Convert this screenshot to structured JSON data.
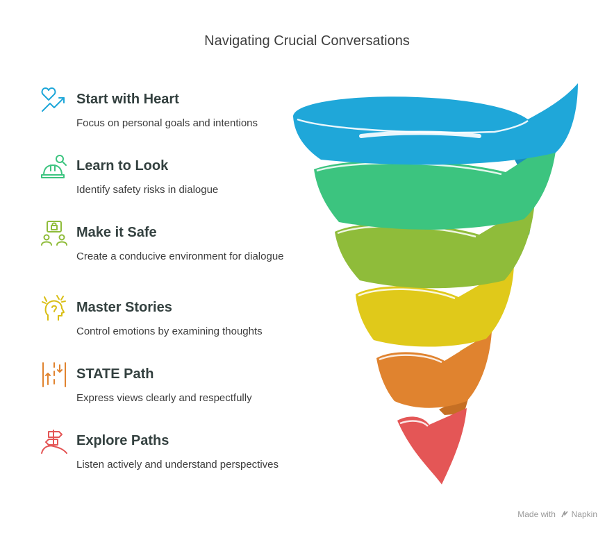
{
  "title": "Navigating Crucial Conversations",
  "steps": [
    {
      "name": "Start with Heart",
      "desc": "Focus on personal goals and intentions",
      "icon": "heart-growth-icon",
      "color": "#1fa7d9"
    },
    {
      "name": "Learn to Look",
      "desc": "Identify safety risks in dialogue",
      "icon": "helmet-search-icon",
      "color": "#3cc47f"
    },
    {
      "name": "Make it Safe",
      "desc": "Create a conducive environment for dialogue",
      "icon": "secure-people-icon",
      "color": "#8fbc3a"
    },
    {
      "name": "Master Stories",
      "desc": "Control emotions by examining thoughts",
      "icon": "stressed-head-icon",
      "color": "#e0c91a"
    },
    {
      "name": "STATE Path",
      "desc": "Express views clearly and respectfully",
      "icon": "path-lanes-icon",
      "color": "#e0832f"
    },
    {
      "name": "Explore Paths",
      "desc": "Listen actively and understand perspectives",
      "icon": "signpost-hill-icon",
      "color": "#e45656"
    }
  ],
  "footer": {
    "made_with": "Made with",
    "brand": "Napkin"
  }
}
